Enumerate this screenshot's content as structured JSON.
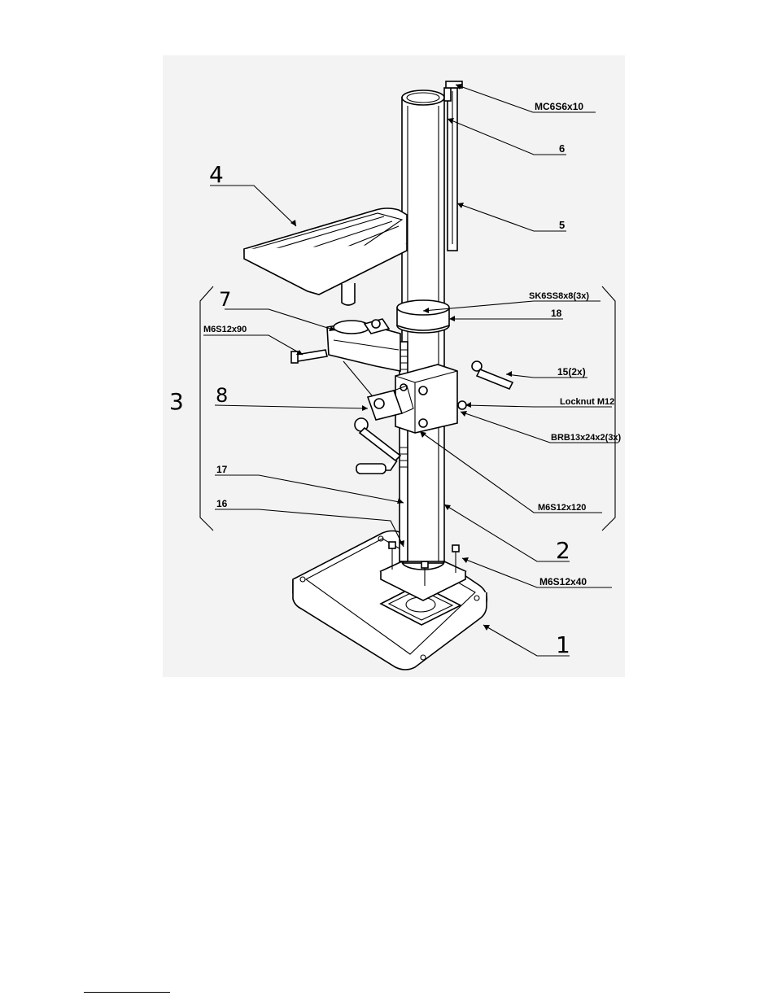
{
  "diagram": {
    "callouts": {
      "mc6s6x10": "MC6S6x10",
      "n6": "6",
      "n5": "5",
      "n4": "4",
      "sk6ss8x8": "SK6SS8x8(3x)",
      "n18": "18",
      "n7": "7",
      "m6s12x90": "M6S12x90",
      "n15": "15(2x)",
      "n3": "3",
      "n8": "8",
      "locknut": "Locknut  M12",
      "brb13": "BRB13x24x2(3x)",
      "n17": "17",
      "m6s12x120": "M6S12x120",
      "n16": "16",
      "n2": "2",
      "m6s12x40": "M6S12x40",
      "n1": "1"
    }
  }
}
